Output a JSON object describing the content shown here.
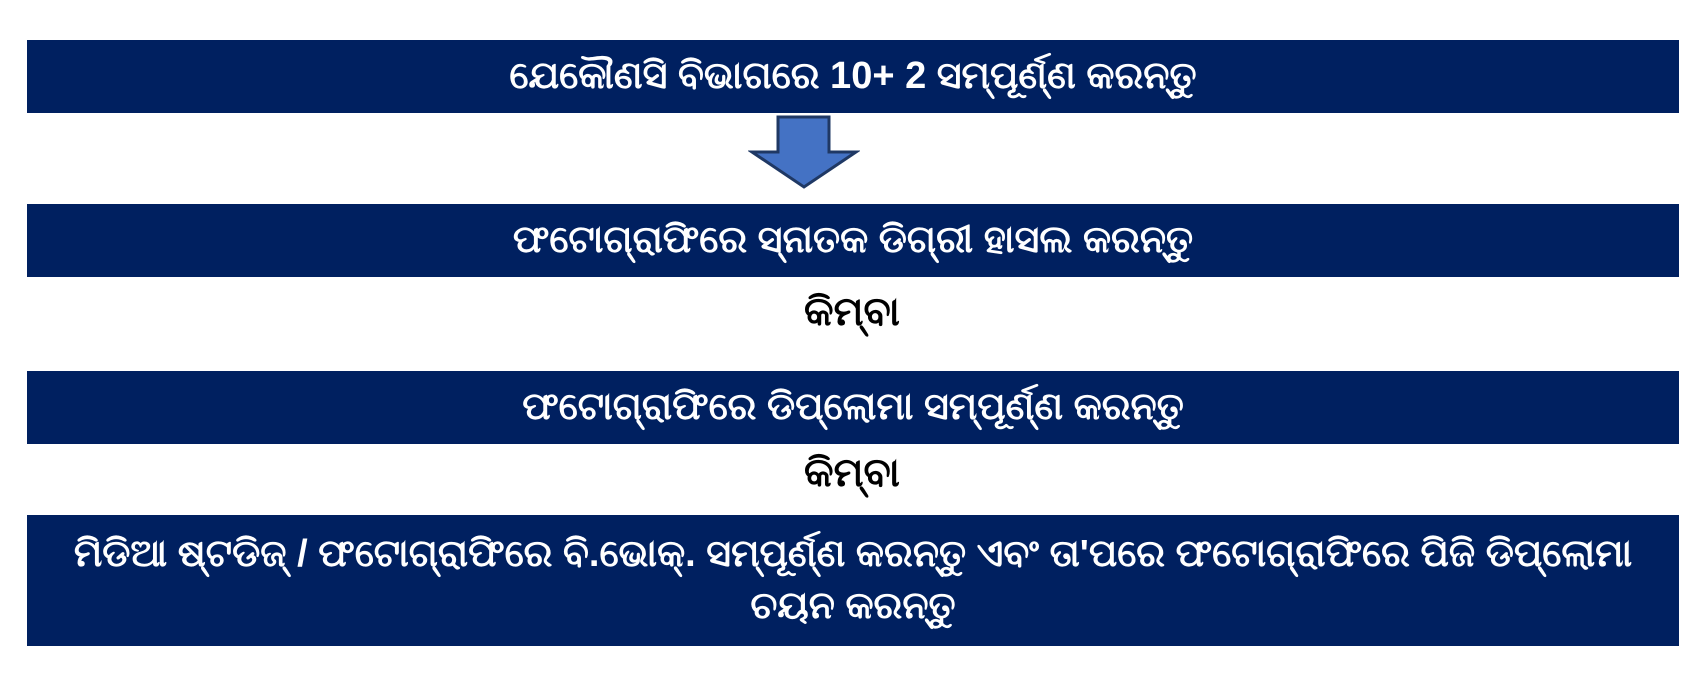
{
  "steps": [
    {
      "text": "ଯେକୌଣସି ବିଭାଗରେ 10+ 2 ସମ୍ପୂର୍ଣ୍ଣ କରନ୍ତୁ"
    },
    {
      "text": "ଫଟୋଗ୍ରାଫିରେ ସ୍ନାତକ ଡିଗ୍ରୀ ହାସଲ କରନ୍ତୁ"
    },
    {
      "text": "ଫଟୋଗ୍ରାଫିରେ ଡିପ୍ଲୋମା ସମ୍ପୂର୍ଣ୍ଣ କରନ୍ତୁ"
    },
    {
      "text": "ମିଡିଆ ଷ୍ଟଡିଜ୍ / ଫଟୋଗ୍ରାଫିରେ ବି.ଭୋକ୍. ସମ୍ପୂର୍ଣ୍ଣ କରନ୍ତୁ ଏବଂ ତା'ପରେ ଫଟୋଗ୍ରାଫିରେ ପିଜି ଡିପ୍ଲୋମା ଚୟନ କରନ୍ତୁ"
    }
  ],
  "connectors": [
    "କିମ୍ବା",
    "କିମ୍ବା"
  ],
  "colors": {
    "box": "#002060",
    "arrow_fill": "#4472C4",
    "arrow_stroke": "#1F3864"
  }
}
